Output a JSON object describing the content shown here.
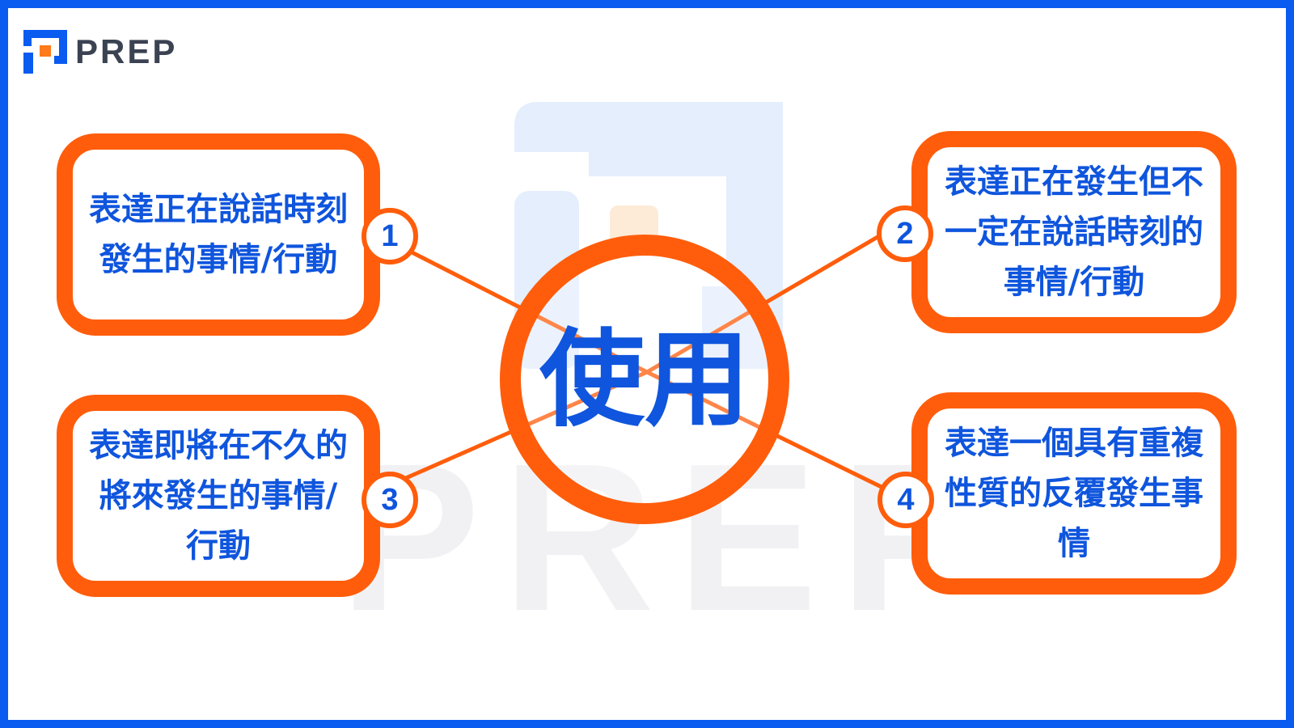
{
  "brand": {
    "name": "PREP",
    "logo_icon": "prep-logo-icon",
    "watermark_text": "PREP"
  },
  "colors": {
    "frame": "#0a5bf0",
    "accent_orange": "#ff5d0b",
    "text_blue": "#0f55dd",
    "watermark": "#f1f1f3"
  },
  "center": {
    "label": "使用"
  },
  "branches": [
    {
      "number": "1",
      "text": "表達正在說話時刻發生的事情/行動"
    },
    {
      "number": "2",
      "text": "表達正在發生但不一定在說話時刻的事情/行動"
    },
    {
      "number": "3",
      "text": "表達即將在不久的將來發生的事情/行動"
    },
    {
      "number": "4",
      "text": "表達一個具有重複性質的反覆發生事情"
    }
  ]
}
